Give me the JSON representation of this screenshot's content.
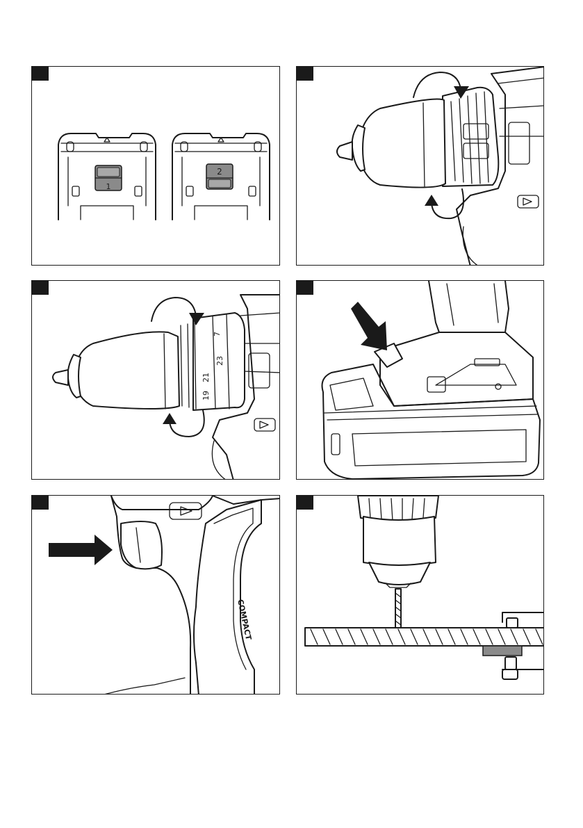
{
  "figure": {
    "panels": [
      {
        "id": "1",
        "buttons": [
          "1",
          "2"
        ]
      },
      {
        "id": "2"
      },
      {
        "id": "3",
        "clutch_numbers": [
          "19",
          "21",
          "23",
          "7"
        ]
      },
      {
        "id": "4"
      },
      {
        "id": "5",
        "grip_label": "COMPACT"
      },
      {
        "id": "6"
      }
    ]
  },
  "colors": {
    "ink": "#1a1a1a",
    "paper": "#ffffff",
    "button_grey": "#8a8a8a"
  }
}
